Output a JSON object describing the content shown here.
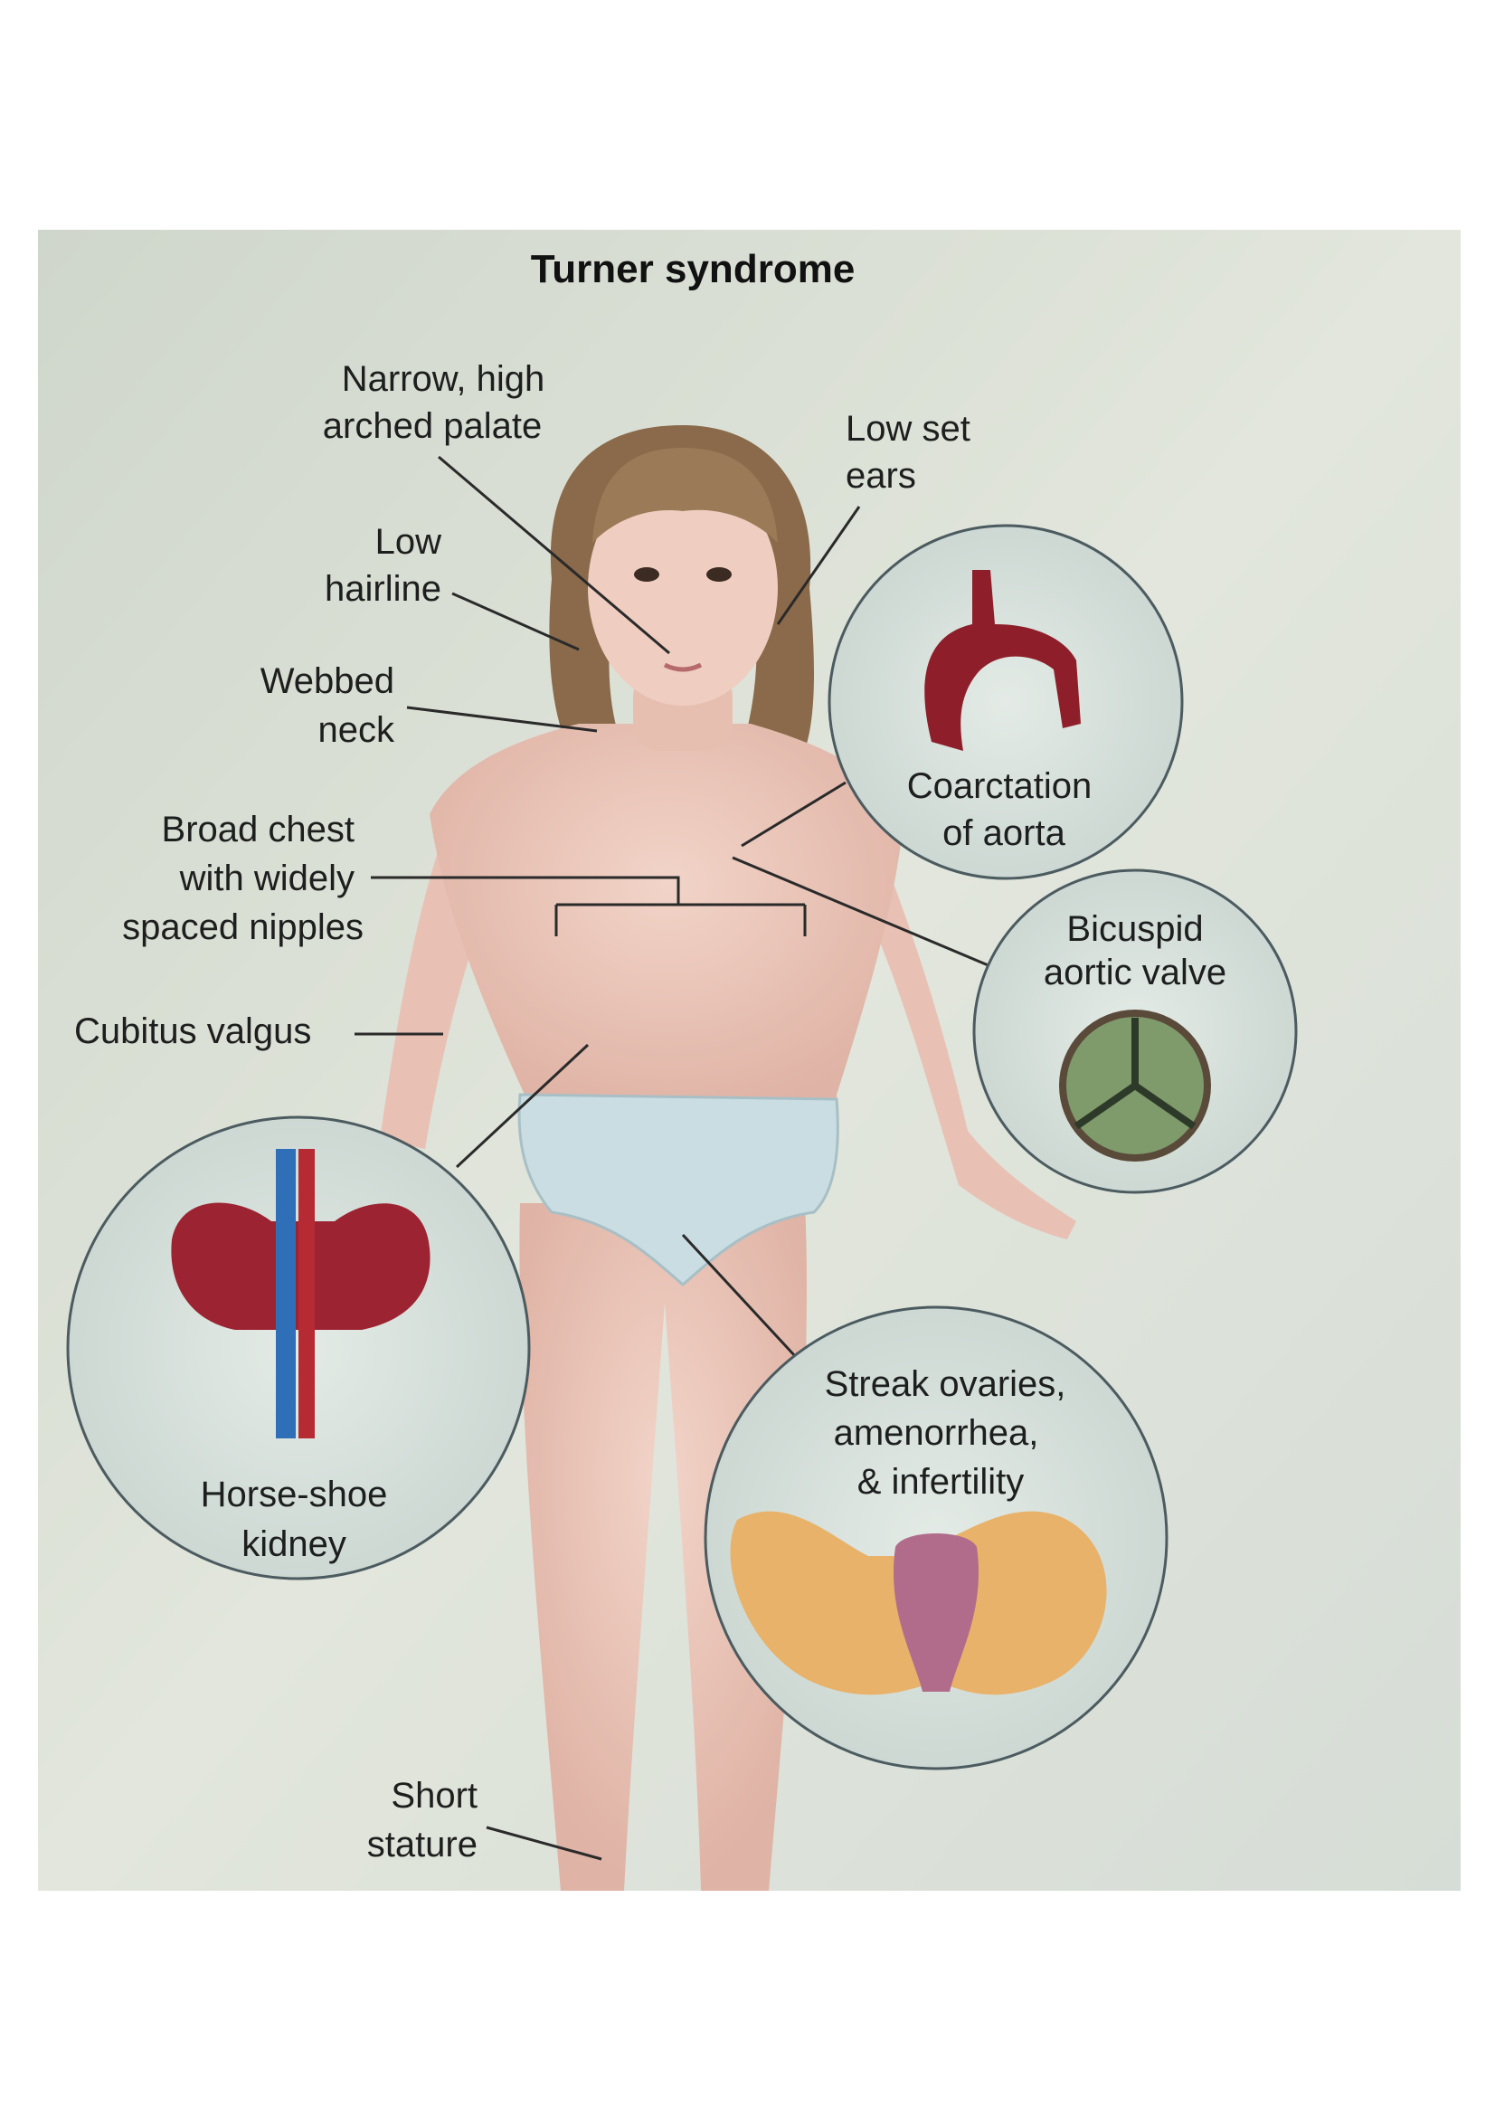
{
  "title": "Turner syndrome",
  "labels": {
    "palate": [
      "Narrow, high",
      "arched palate"
    ],
    "ears": [
      "Low set",
      "ears"
    ],
    "hairline": [
      "Low",
      "hairline"
    ],
    "neck": [
      "Webbed",
      "neck"
    ],
    "chest": [
      "Broad chest",
      "with widely",
      "spaced nipples"
    ],
    "cubitus": [
      "Cubitus valgus"
    ],
    "aorta": [
      "Coarctation",
      "of aorta"
    ],
    "valve": [
      "Bicuspid",
      "aortic valve"
    ],
    "kidney": [
      "Horse-shoe",
      "kidney"
    ],
    "ovaries": [
      "Streak ovaries,",
      "amenorrhea,",
      "& infertility"
    ],
    "stature": [
      "Short",
      "stature"
    ]
  },
  "colors": {
    "background": "#d9dfd3",
    "skin": "#ecc9bd",
    "hair": "#8a6a4a",
    "underwear": "#c9dde2",
    "aorta": "#8e1f2a",
    "kidney": "#9c2331",
    "vein": "#2f6fb8",
    "ovary": "#e8b26a",
    "uterus": "#b06c8a",
    "valve": "#7f9a6b"
  }
}
